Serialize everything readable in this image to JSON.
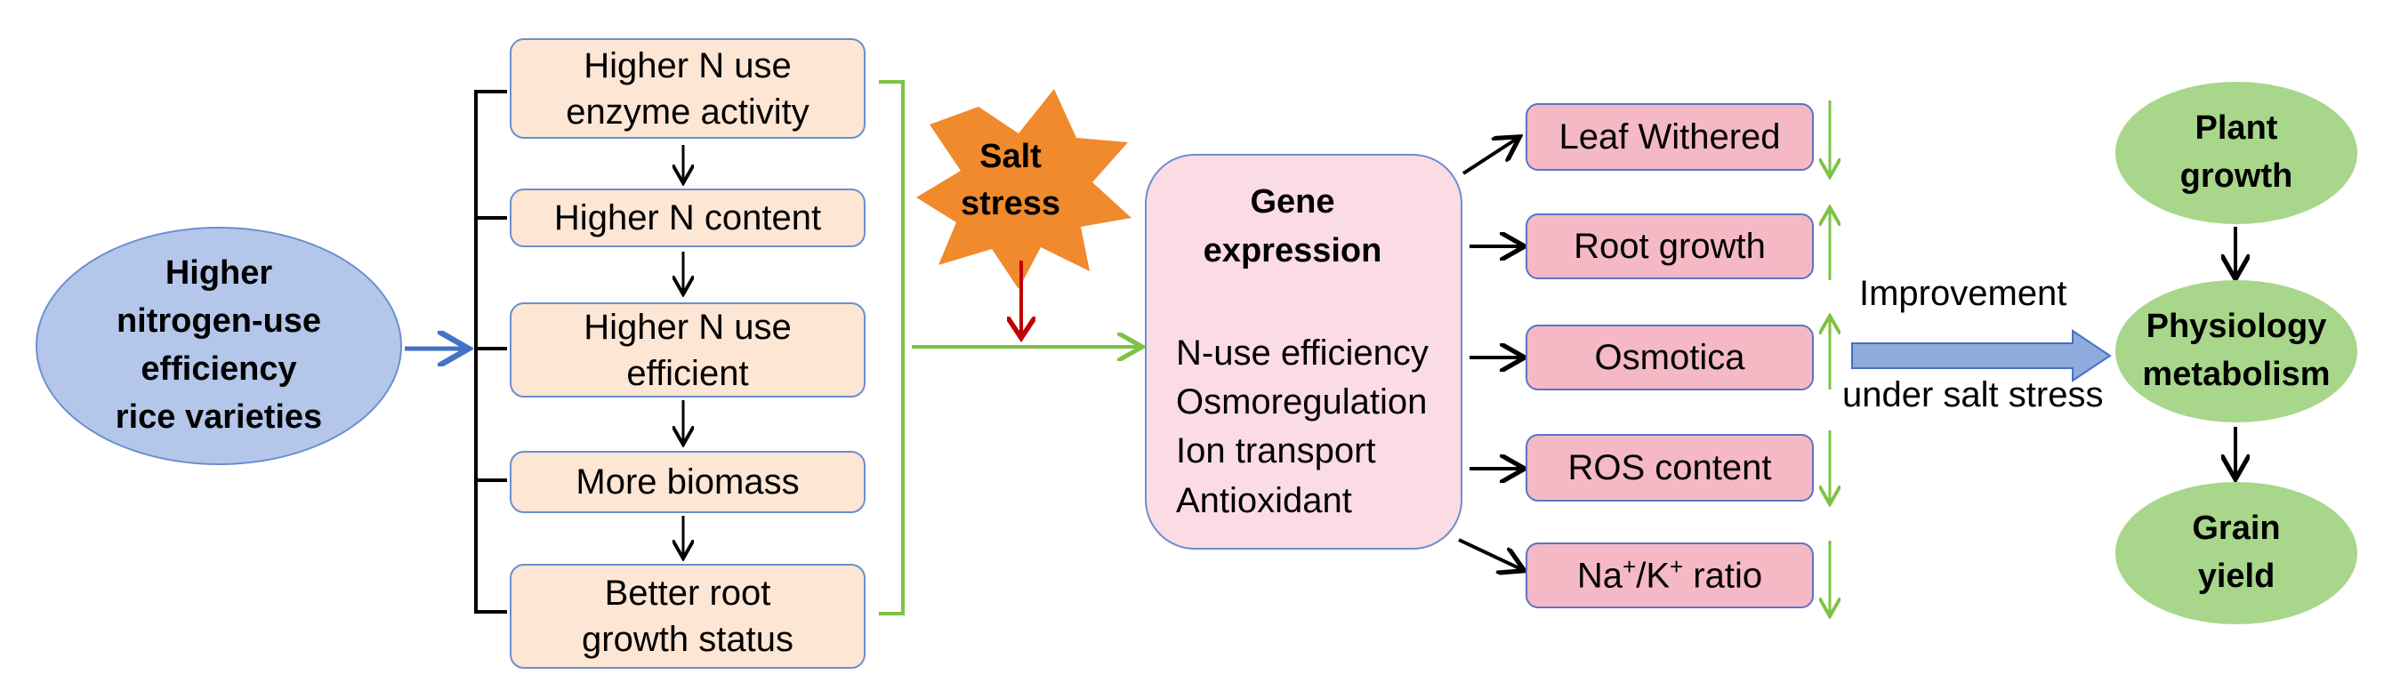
{
  "source": {
    "lines": [
      "Higher",
      "nitrogen-use",
      "efficiency",
      "rice varieties"
    ]
  },
  "traits": [
    {
      "lines": [
        "Higher N use",
        "enzyme activity"
      ]
    },
    {
      "lines": [
        "Higher N content"
      ]
    },
    {
      "lines": [
        "Higher N use",
        "efficient"
      ]
    },
    {
      "lines": [
        "More biomass"
      ]
    },
    {
      "lines": [
        "Better root",
        "growth status"
      ]
    }
  ],
  "stress": {
    "lines": [
      "Salt",
      "stress"
    ]
  },
  "gene": {
    "title": [
      "Gene",
      "expression"
    ],
    "items": [
      "N-use efficiency",
      "Osmoregulation",
      "Ion transport",
      "Antioxidant"
    ]
  },
  "outcomes": [
    {
      "label": "Leaf Withered",
      "trend": "down"
    },
    {
      "label": "Root growth",
      "trend": "up"
    },
    {
      "label": "Osmotica",
      "trend": "up"
    },
    {
      "label": "ROS content",
      "trend": "down"
    },
    {
      "label_prefix": "Na",
      "sup1": "+",
      "label_mid": "/K",
      "sup2": "+",
      "label_suffix": " ratio",
      "trend": "down"
    }
  ],
  "improvement": {
    "top": "Improvement",
    "bottom": "under salt stress"
  },
  "results": [
    {
      "lines": [
        "Plant",
        "growth"
      ]
    },
    {
      "lines": [
        "Physiology",
        "metabolism"
      ]
    },
    {
      "lines": [
        "Grain",
        "yield"
      ]
    }
  ],
  "colors": {
    "blue_arrow": "#4472c4",
    "green_line": "#7dc242",
    "red_arrow": "#c00000",
    "burst": "#f08a2c"
  }
}
